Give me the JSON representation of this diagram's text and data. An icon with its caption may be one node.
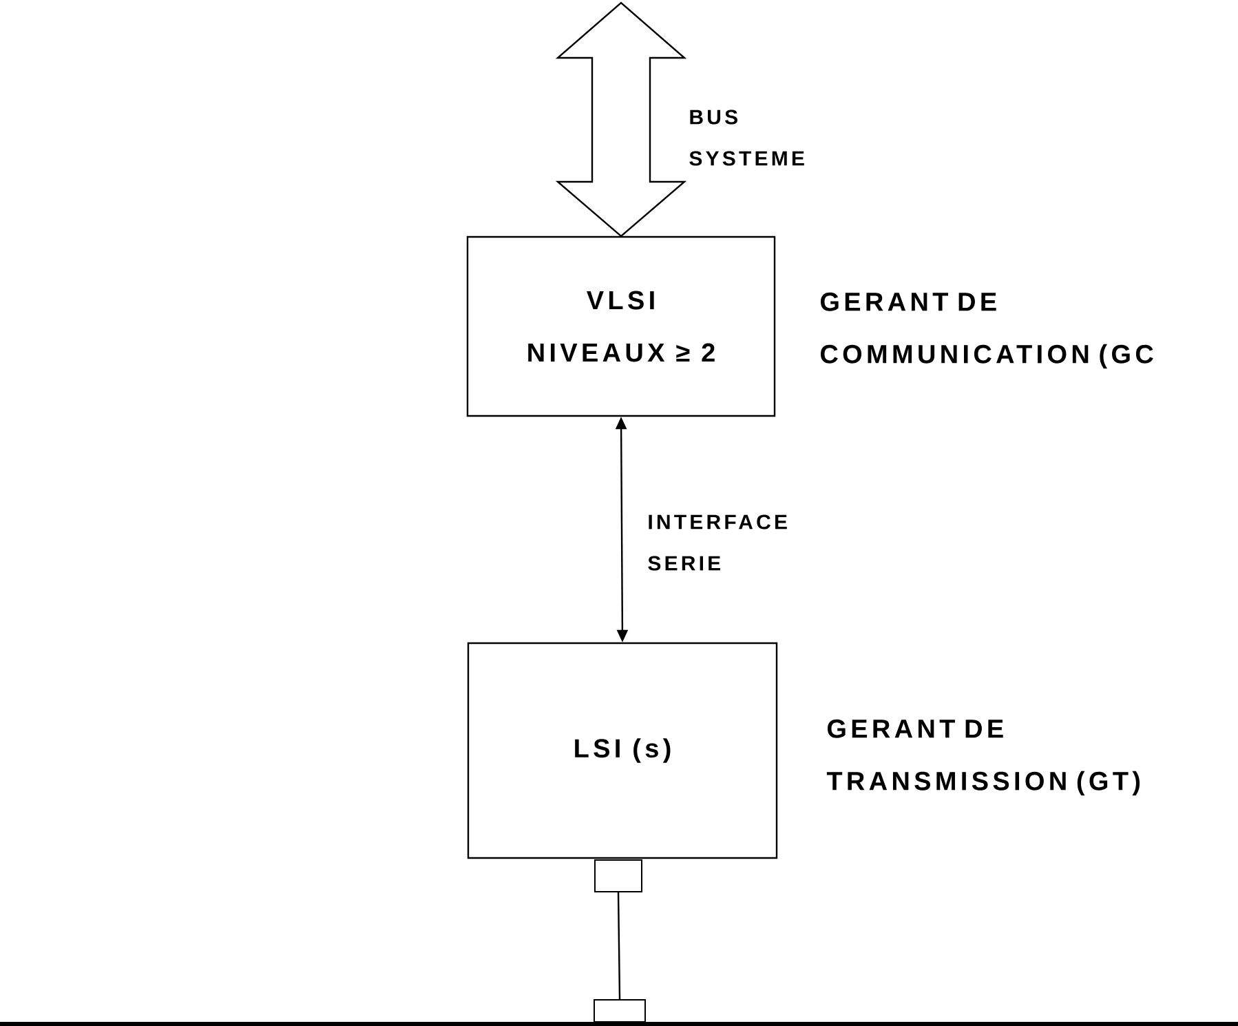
{
  "diagram": {
    "nodes": [
      {
        "text": [
          "VLSI",
          "NIVEAUX ≥ 2"
        ],
        "beside": [
          "GERANT DE COMMUNICATION (GC"
        ]
      },
      {
        "text": [
          "LSI (s)"
        ],
        "beside": [
          "GERANT DE TRANSMISSION (GT)"
        ]
      },
      {
        "text": [],
        "shape": "box"
      },
      {
        "text": [],
        "shape": "box"
      },
      {
        "text": [],
        "shape": "bar"
      }
    ],
    "edges": [
      {
        "from": null,
        "to": 0,
        "arrow": "both",
        "label": "BUS SYSTEME",
        "style": "thick"
      },
      {
        "from": 0,
        "to": 1,
        "arrow": "both",
        "label": "INTERFACE SERIE"
      },
      {
        "from": 2,
        "to": 3,
        "arrow": "none"
      }
    ]
  }
}
